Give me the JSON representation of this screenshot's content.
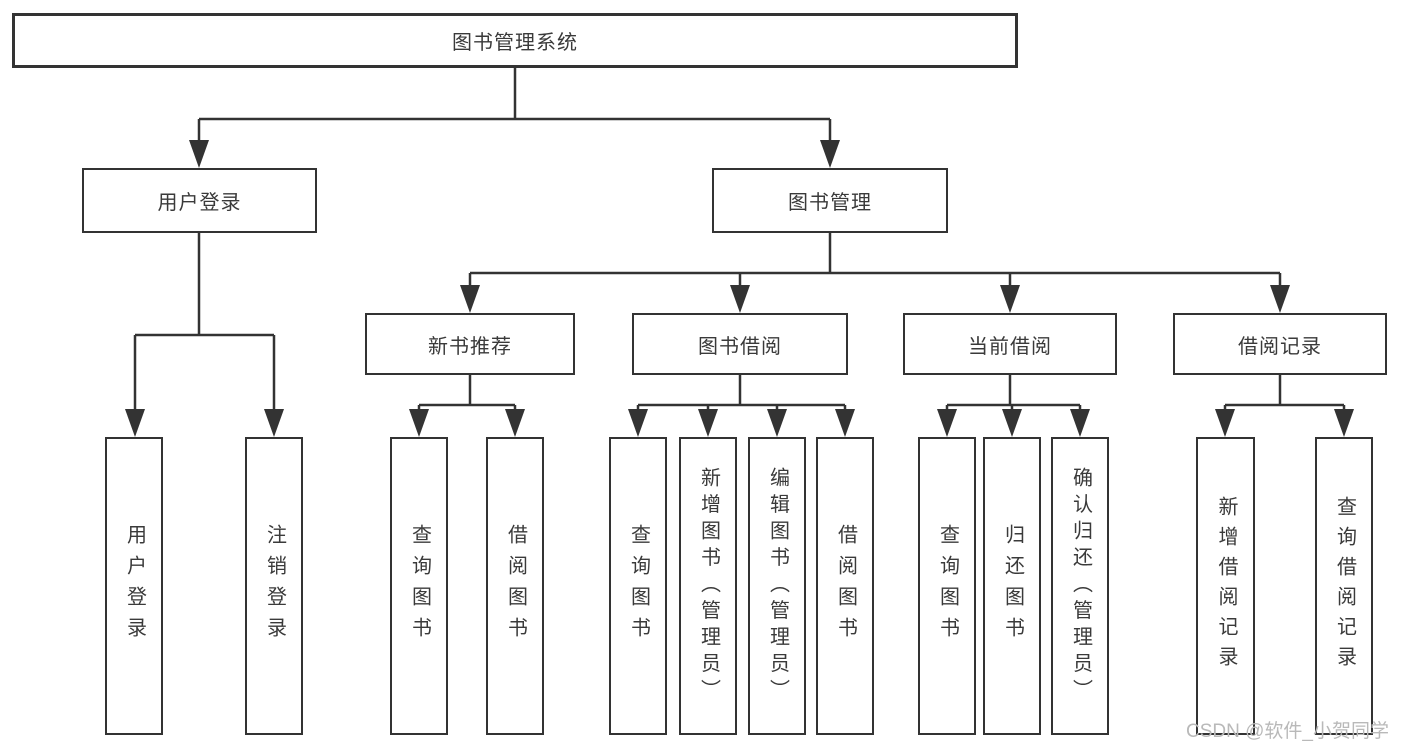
{
  "tree": {
    "label": "图书管理系统",
    "children": [
      {
        "label": "用户登录",
        "children": [
          {
            "label": "用户登录"
          },
          {
            "label": "注销登录"
          }
        ]
      },
      {
        "label": "图书管理",
        "children": [
          {
            "label": "新书推荐",
            "children": [
              {
                "label": "查询图书"
              },
              {
                "label": "借阅图书"
              }
            ]
          },
          {
            "label": "图书借阅",
            "children": [
              {
                "label": "查询图书"
              },
              {
                "label": "新增图书（管理员）"
              },
              {
                "label": "编辑图书（管理员）"
              },
              {
                "label": "借阅图书"
              }
            ]
          },
          {
            "label": "当前借阅",
            "children": [
              {
                "label": "查询图书"
              },
              {
                "label": "归还图书"
              },
              {
                "label": "确认归还（管理员）"
              }
            ]
          },
          {
            "label": "借阅记录",
            "children": [
              {
                "label": "新增借阅记录"
              },
              {
                "label": "查询借阅记录"
              }
            ]
          }
        ]
      }
    ]
  },
  "watermark": {
    "text": "CSDN @软件_小贺同学"
  },
  "colors": {
    "line": "#333333",
    "text": "#3a3a3a",
    "background": "#ffffff",
    "watermark": "#b9b9b9"
  }
}
